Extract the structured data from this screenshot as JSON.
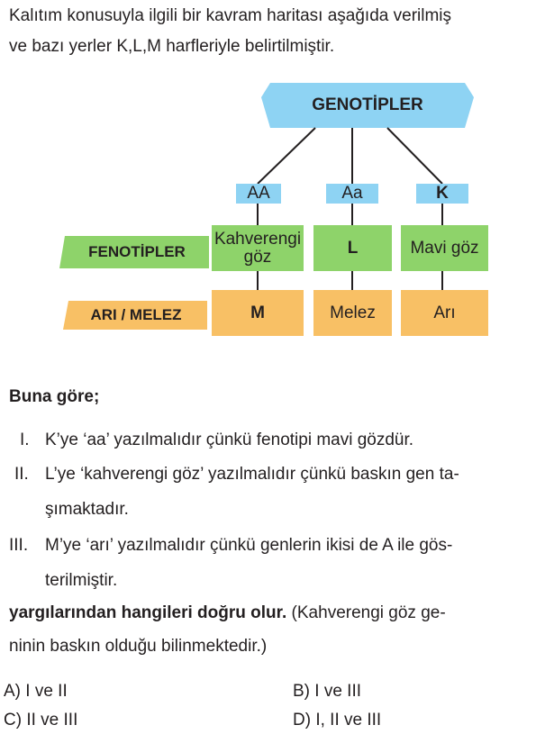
{
  "intro": {
    "line1": "Kalıtım konusuyla ilgili bir kavram haritası aşağıda verilmiş",
    "line2": "ve bazı yerler K,L,M harfleriyle belirtilmiştir."
  },
  "diagram": {
    "root": "GENOTİPLER",
    "genotypes": [
      "AA",
      "Aa",
      "K"
    ],
    "fenotip_label": "FENOTİPLER",
    "phenotypes": [
      {
        "line1": "Kahverengi",
        "line2": "göz"
      },
      {
        "line1": "L",
        "line2": ""
      },
      {
        "line1": "Mavi göz",
        "line2": ""
      }
    ],
    "arimelez_label": "ARI / MELEZ",
    "purity": [
      "M",
      "Melez",
      "Arı"
    ],
    "colors": {
      "green": "#8ed36a",
      "orange": "#f8c065",
      "blue": "#8ed3f3"
    }
  },
  "question": {
    "lead": "Buna göre;",
    "items": [
      {
        "num": "I.",
        "lines": [
          "K’ye ‘aa’ yazılmalıdır çünkü fenotipi mavi gözdür."
        ]
      },
      {
        "num": "II.",
        "lines": [
          "L’ye ‘kahverengi göz’ yazılmalıdır çünkü baskın gen ta-",
          "şımaktadır."
        ]
      },
      {
        "num": "III.",
        "lines": [
          "M’ye ‘arı’ yazılmalıdır çünkü genlerin ikisi de A ile gös-",
          "terilmiştir."
        ]
      }
    ],
    "conclusion_bold": "yargılarından hangileri doğru olur.",
    "conclusion_rest": " (Kahverengi göz ge-",
    "conclusion_line2": "ninin baskın olduğu bilinmektedir.)"
  },
  "options": [
    "A) I ve II",
    "B) I ve III",
    "C) II ve III",
    "D) I, II ve III"
  ]
}
